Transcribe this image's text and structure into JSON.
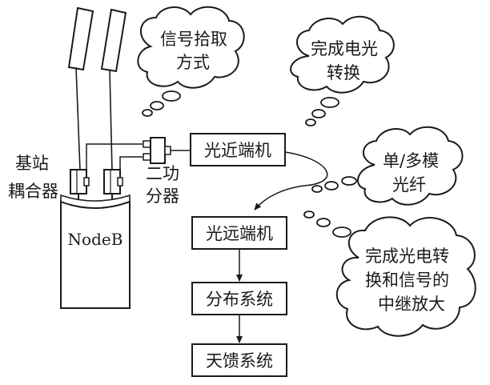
{
  "labels": {
    "base_station_coupler_line1": "基站",
    "base_station_coupler_line2": "耦合器",
    "splitter_line1": "二功",
    "splitter_line2": "分器",
    "nodeb": "NodeB"
  },
  "boxes": {
    "optical_near_end": "光近端机",
    "optical_far_end": "光远端机",
    "distribution_system": "分布系统",
    "antenna_feeder_system": "天馈系统"
  },
  "clouds": {
    "signal_pickup": [
      "信号拾取",
      "方式"
    ],
    "eo_conversion": [
      "完成电光",
      "转换"
    ],
    "fiber": [
      "单/多模",
      "光纤"
    ],
    "oe_relay": [
      "完成光电转",
      "换和信号的",
      "中继放大"
    ]
  }
}
